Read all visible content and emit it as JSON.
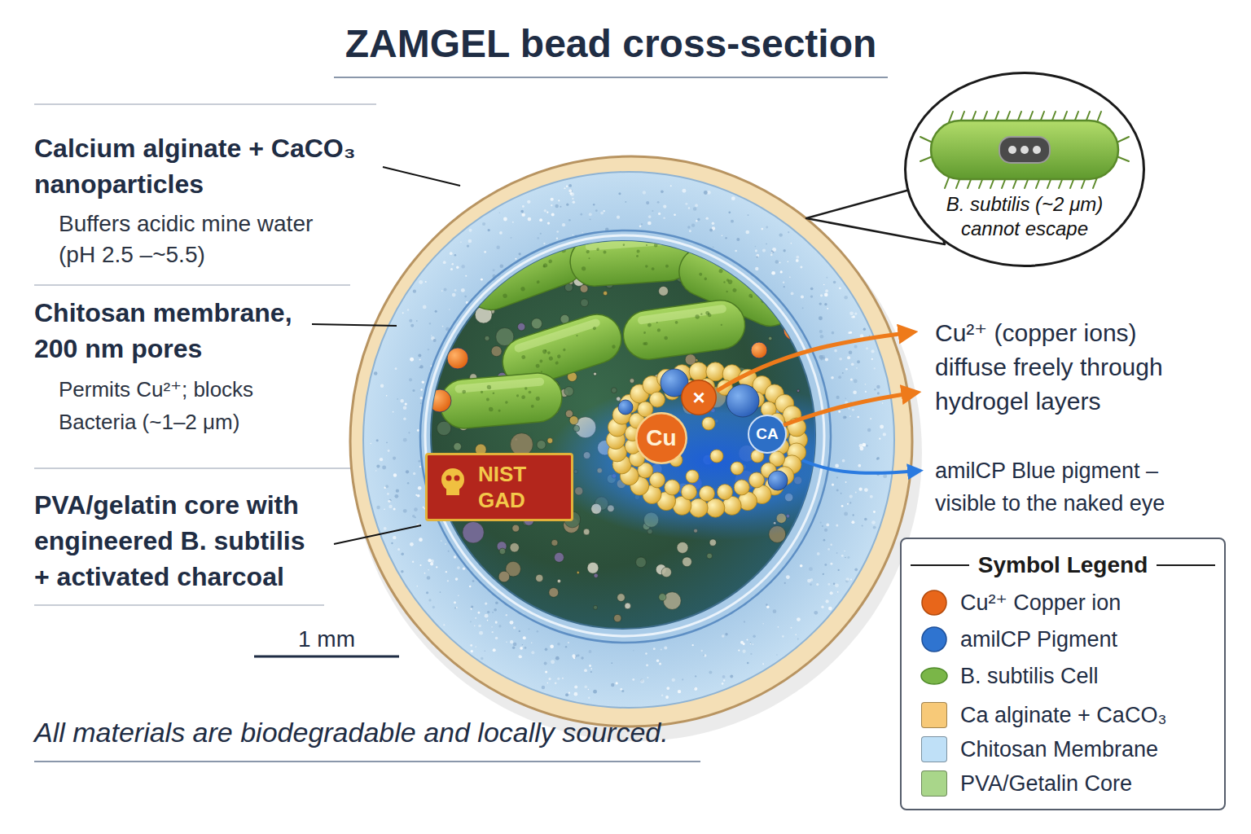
{
  "diagram": {
    "title": "ZAMGEL bead cross-section",
    "caption": "All materials are biodegradable and locally sourced.",
    "nodes": [
      {
        "text": [
          "B. subtilis (~2 μm) cannot escape"
        ]
      },
      {
        "text": [
          "×"
        ]
      },
      {
        "text": [
          "Cu"
        ]
      },
      {
        "text": [
          "CA"
        ]
      },
      {
        "text": [
          "NIST",
          "GAD"
        ]
      },
      {
        "text": [
          "Symbol Legend"
        ]
      }
    ],
    "labels": [
      "Calcium alginate + CaCO₃ nanoparticles",
      "Buffers acidic mine water (pH 2.5 –~5.5)",
      "Chitosan membrane, 200 nm pores",
      "Permits Cu²⁺; blocks Bacteria (~1–2 μm)",
      "PVA/gelatin core with engineered B. subtilis + activated charcoal",
      "Cu²⁺ (copper ions) diffuse freely through hydrogel layers",
      "amilCP Blue pigment – visible to the naked eye",
      "1 mm"
    ],
    "legend": [
      {
        "text": "Cu²⁺ Copper ion"
      },
      {
        "text": "amilCP Pigment"
      },
      {
        "text": "B. subtilis Cell"
      },
      {
        "text": "Ca alginate + CaCO₃",
        "color": "#f7c978"
      },
      {
        "text": "Chitosan Membrane",
        "color": "#bfe0f7"
      },
      {
        "text": "PVA/Getalin Core",
        "color": "#a9d68a"
      }
    ]
  }
}
